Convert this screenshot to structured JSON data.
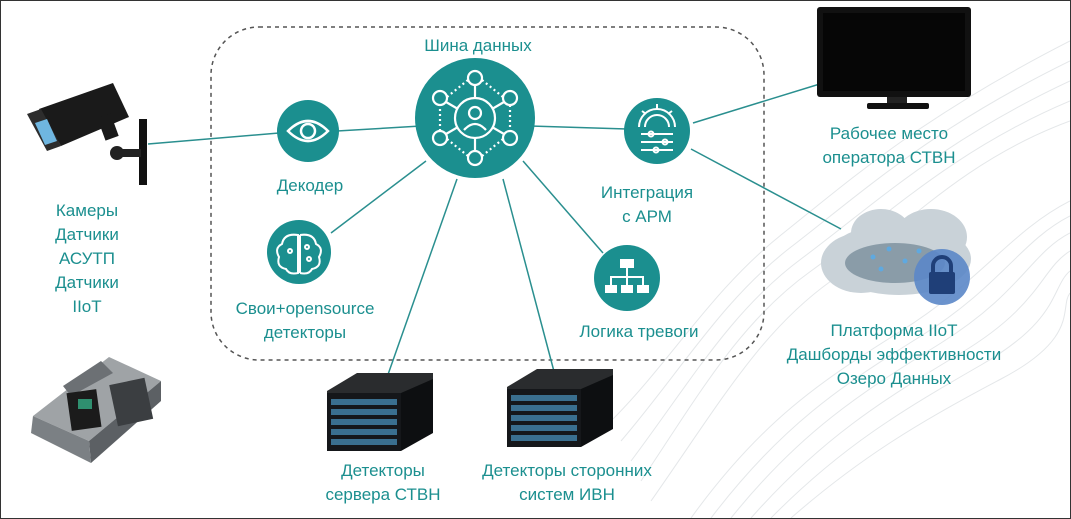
{
  "colors": {
    "teal": "#1b8f8f",
    "tealDark": "#0f6f73",
    "line": "#2a8f8f",
    "dashed": "#555555"
  },
  "nodes": {
    "bus": {
      "label": "Шина данных",
      "icon": "network-hub-icon"
    },
    "decoder": {
      "label": "Декодер",
      "icon": "eye-icon"
    },
    "detectors": {
      "line1": "Свои+opensource",
      "line2": "детекторы",
      "icon": "brain-circuit-icon"
    },
    "integration": {
      "line1": "Интеграция",
      "line2": "с АРМ",
      "icon": "gear-sliders-icon"
    },
    "alarm": {
      "label": "Логика тревоги",
      "icon": "hierarchy-icon"
    },
    "server_stvn": {
      "line1": "Детекторы",
      "line2": "сервера СТВН",
      "icon": "server-rack-icon"
    },
    "server_third": {
      "line1": "Детекторы сторонних",
      "line2": "систем ИВН",
      "icon": "server-rack-icon"
    },
    "sources": {
      "lines": [
        "Камеры",
        "Датчики",
        "АСУТП",
        "Датчики",
        "IIoT"
      ],
      "icon": "cctv-camera-icon"
    },
    "device": {
      "icon": "iot-device-icon"
    },
    "operator": {
      "line1": "Рабочее место",
      "line2": "оператора СТВН",
      "icon": "monitor-icon"
    },
    "platform": {
      "lines": [
        "Платформа IIoT",
        "Дашборды эффективности",
        "Озеро Данных"
      ],
      "icon": "cloud-lock-icon"
    }
  }
}
